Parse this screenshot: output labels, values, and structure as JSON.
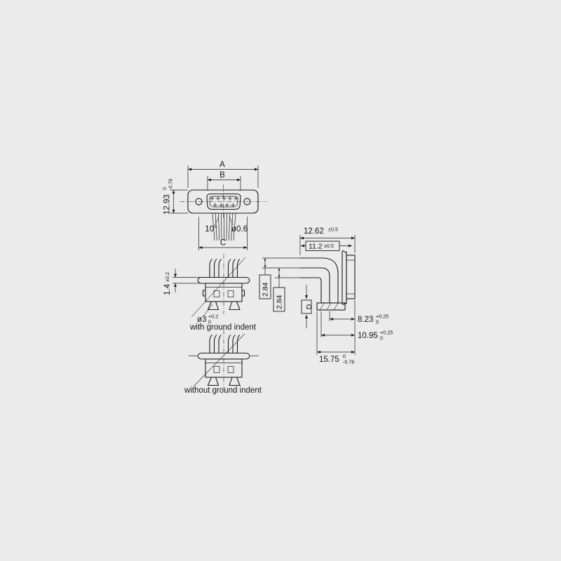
{
  "page": {
    "background": "#ebebeb",
    "line_color": "#1c1c1c"
  },
  "front_view": {
    "dim_a": "A",
    "dim_b": "B",
    "height": {
      "value": "12.93",
      "tol_top": "0",
      "tol_bottom": "-0.76"
    },
    "pin_angle": "10°",
    "pin_diameter": "ø0.6",
    "dim_c": "C"
  },
  "side_view_ground": {
    "flange_thickness": {
      "value": "1.4",
      "tol": "±0.2"
    },
    "boss_diameter": {
      "value": "ø3",
      "tol_top": "+0.2",
      "tol_bottom": "0"
    },
    "row_pitch_1": "2.84",
    "row_pitch_2": "2.84",
    "caption": "with ground indent"
  },
  "right_angle_view": {
    "depth_overall": {
      "value": "12.62",
      "tol": "±0.5"
    },
    "pin_length": {
      "value": "11.2",
      "tol": "±0.5"
    },
    "dim_d": "D",
    "row_offset_1": {
      "value": "8.23",
      "tol_top": "+0.25",
      "tol_bottom": "0"
    },
    "row_offset_2": {
      "value": "10.95",
      "tol_top": "+0.25",
      "tol_bottom": "0"
    },
    "width_overall": {
      "value": "15.75",
      "tol_top": "0",
      "tol_bottom": "-0.76"
    }
  },
  "side_view_no_ground": {
    "caption": "without ground indent"
  }
}
